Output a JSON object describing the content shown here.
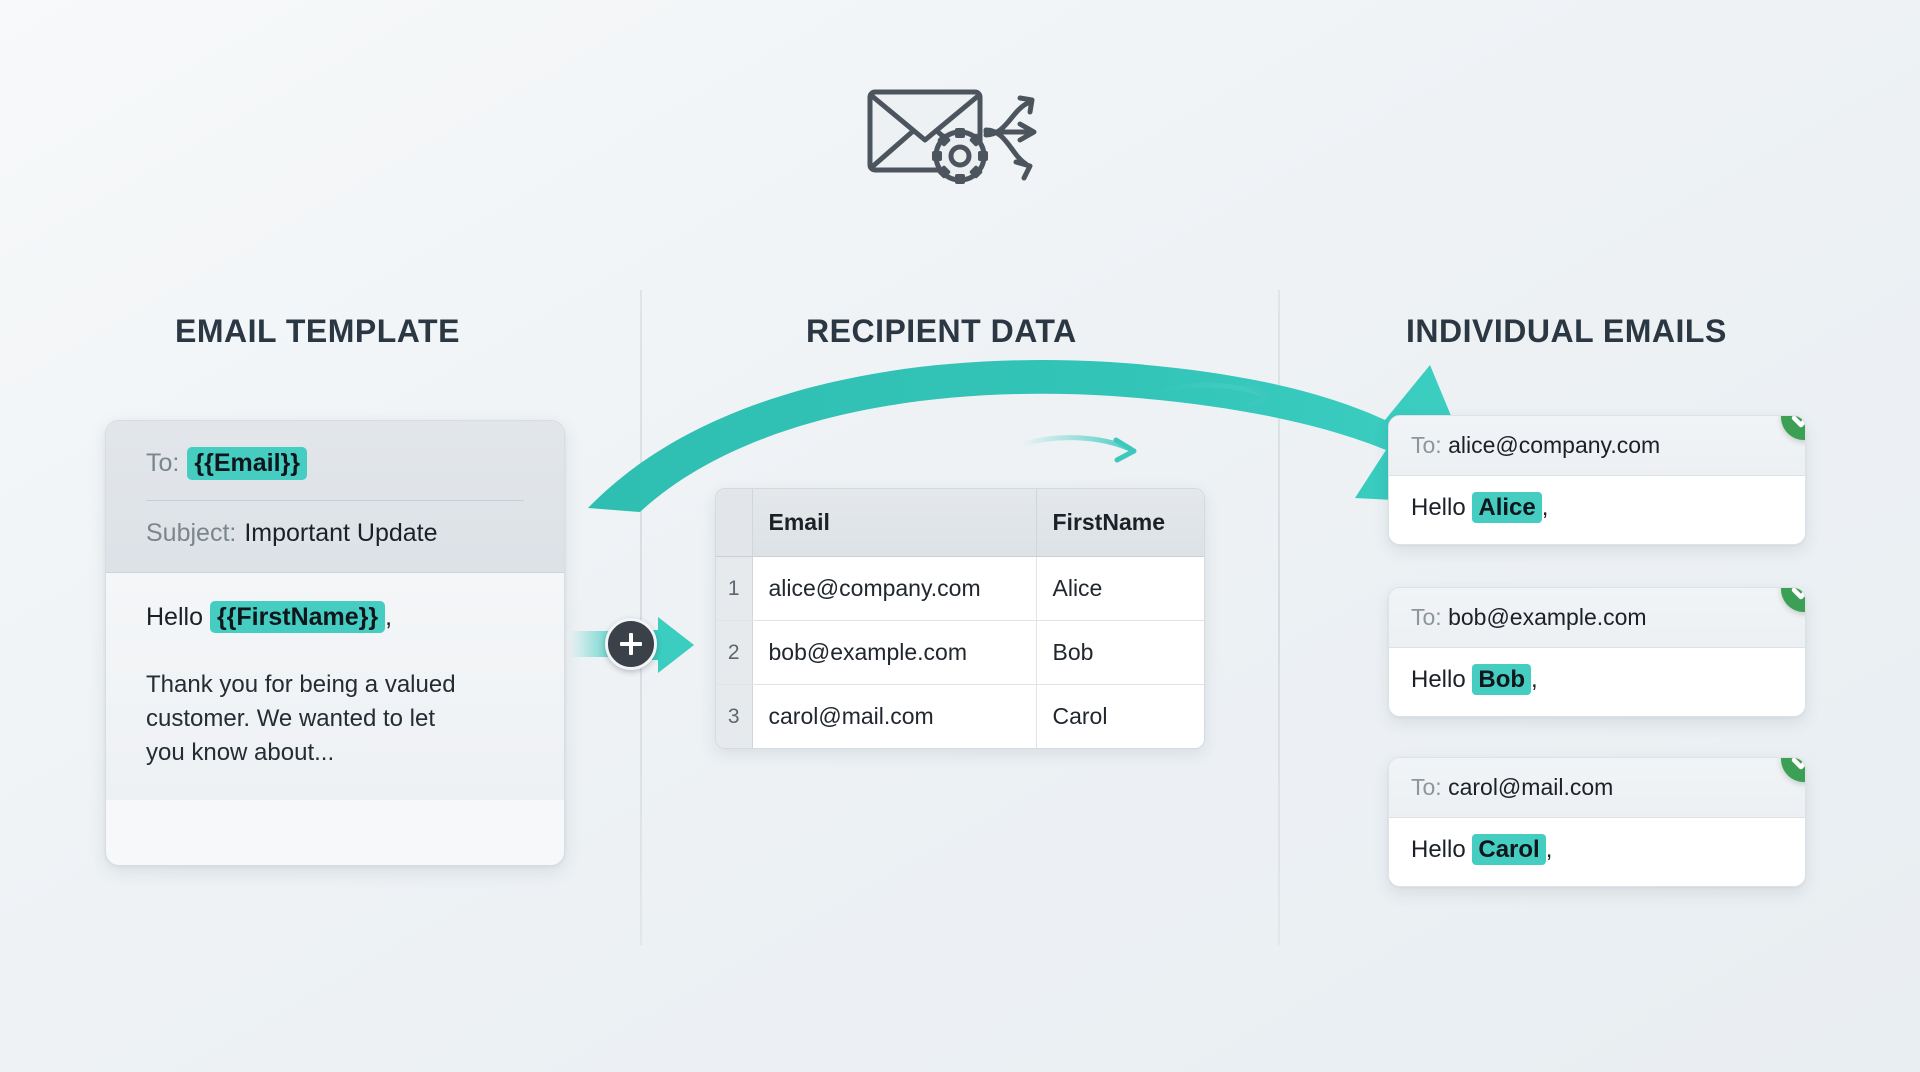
{
  "header": {
    "icon": "envelope-gear-distribute-icon"
  },
  "columns": {
    "template_heading": "EMAIL TEMPLATE",
    "recipient_heading": "RECIPIENT DATA",
    "emails_heading": "INDIVIDUAL EMAILS"
  },
  "template_card": {
    "to_label": "To:",
    "to_token": "{{Email}}",
    "subject_label": "Subject:",
    "subject_value": "Important Update",
    "greeting_prefix": "Hello",
    "greeting_token": "{{FirstName}}",
    "greeting_suffix": ",",
    "body_paragraph": "Thank you for being a valued customer. We wanted to let you know about..."
  },
  "connector": {
    "plus_label": "+",
    "arrow": "arrow-right-icon"
  },
  "recipient_table": {
    "columns": [
      "",
      "Email",
      "FirstName"
    ],
    "rows": [
      {
        "index": "1",
        "email": "alice@company.com",
        "first_name": "Alice"
      },
      {
        "index": "2",
        "email": "bob@example.com",
        "first_name": "Bob"
      },
      {
        "index": "3",
        "email": "carol@mail.com",
        "first_name": "Carol"
      }
    ]
  },
  "individual_emails": [
    {
      "to_label": "To:",
      "to_value": "alice@company.com",
      "greeting_prefix": "Hello",
      "greeting_name": "Alice",
      "greeting_suffix": ",",
      "status": "sent-check-icon"
    },
    {
      "to_label": "To:",
      "to_value": "bob@example.com",
      "greeting_prefix": "Hello",
      "greeting_name": "Bob",
      "greeting_suffix": ",",
      "status": "sent-check-icon"
    },
    {
      "to_label": "To:",
      "to_value": "carol@mail.com",
      "greeting_prefix": "Hello",
      "greeting_name": "Carol",
      "greeting_suffix": ",",
      "status": "sent-check-icon"
    }
  ],
  "colors": {
    "accent_teal": "#45cdc2",
    "arrow_teal": "#2fbfb2",
    "success_green": "#3ba055",
    "heading_dark": "#2b3844",
    "background": "#eef2f5"
  }
}
